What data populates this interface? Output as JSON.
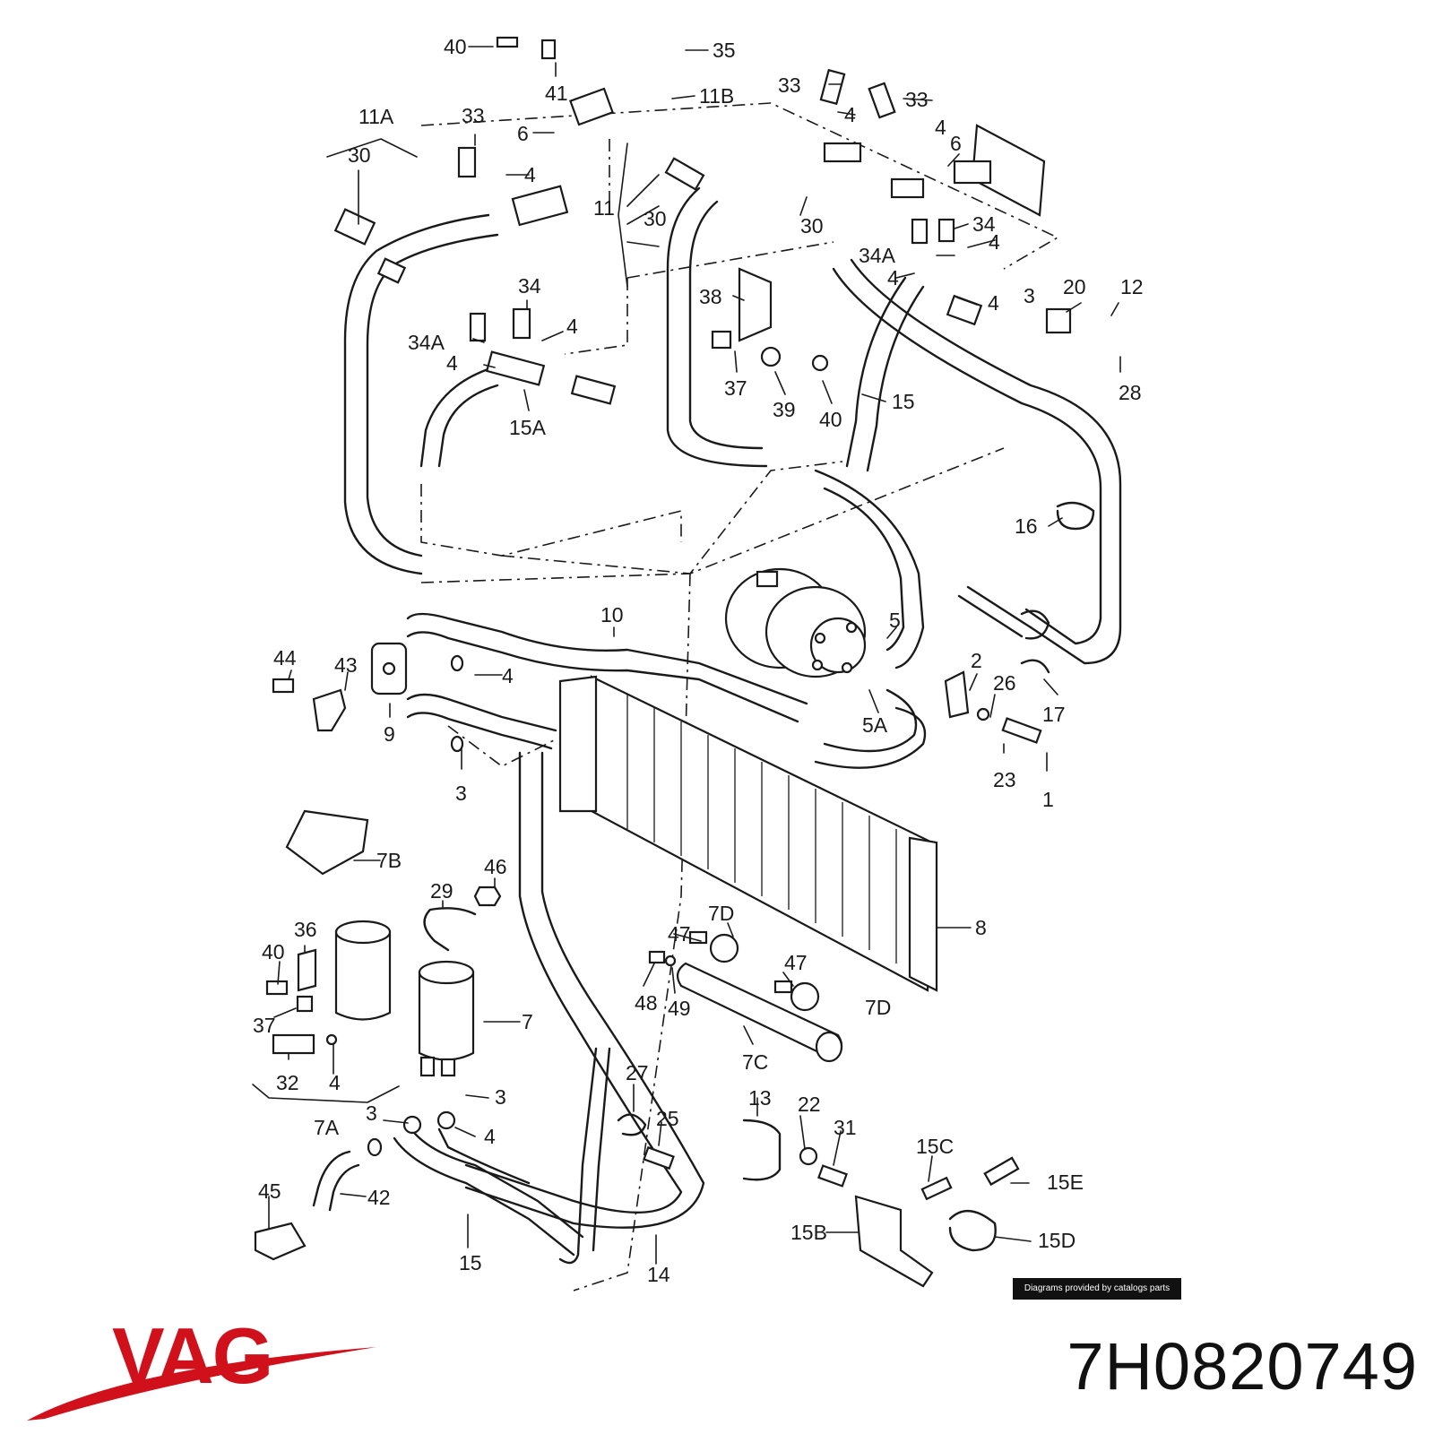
{
  "diagram": {
    "callouts": [
      {
        "id": "c40a",
        "text": "40"
      },
      {
        "id": "c35",
        "text": "35"
      },
      {
        "id": "c41",
        "text": "41"
      },
      {
        "id": "c11B",
        "text": "11B"
      },
      {
        "id": "c33a",
        "text": "33"
      },
      {
        "id": "c4a",
        "text": "4"
      },
      {
        "id": "c33b",
        "text": "33"
      },
      {
        "id": "c4b",
        "text": "4"
      },
      {
        "id": "c6a",
        "text": "6"
      },
      {
        "id": "c11A",
        "text": "11A"
      },
      {
        "id": "c30a",
        "text": "30"
      },
      {
        "id": "c33c",
        "text": "33"
      },
      {
        "id": "c6b",
        "text": "6"
      },
      {
        "id": "c4c",
        "text": "4"
      },
      {
        "id": "c11",
        "text": "11"
      },
      {
        "id": "c30b",
        "text": "30"
      },
      {
        "id": "c30c",
        "text": "30"
      },
      {
        "id": "c34a",
        "text": "34"
      },
      {
        "id": "c34Aa",
        "text": "34A"
      },
      {
        "id": "c4d",
        "text": "4"
      },
      {
        "id": "c4e",
        "text": "4"
      },
      {
        "id": "c3a",
        "text": "3"
      },
      {
        "id": "c4f",
        "text": "4"
      },
      {
        "id": "c20",
        "text": "20"
      },
      {
        "id": "c12",
        "text": "12"
      },
      {
        "id": "c38",
        "text": "38"
      },
      {
        "id": "c34b",
        "text": "34"
      },
      {
        "id": "c34Ab",
        "text": "34A"
      },
      {
        "id": "c4g",
        "text": "4"
      },
      {
        "id": "c4h",
        "text": "4"
      },
      {
        "id": "c15A",
        "text": "15A"
      },
      {
        "id": "c37a",
        "text": "37"
      },
      {
        "id": "c39",
        "text": "39"
      },
      {
        "id": "c40b",
        "text": "40"
      },
      {
        "id": "c15a",
        "text": "15"
      },
      {
        "id": "c28",
        "text": "28"
      },
      {
        "id": "c16",
        "text": "16"
      },
      {
        "id": "c10",
        "text": "10"
      },
      {
        "id": "c5",
        "text": "5"
      },
      {
        "id": "c44",
        "text": "44"
      },
      {
        "id": "c43",
        "text": "43"
      },
      {
        "id": "c4i",
        "text": "4"
      },
      {
        "id": "c2",
        "text": "2"
      },
      {
        "id": "c26",
        "text": "26"
      },
      {
        "id": "c17",
        "text": "17"
      },
      {
        "id": "c9",
        "text": "9"
      },
      {
        "id": "c5A",
        "text": "5A"
      },
      {
        "id": "c3b",
        "text": "3"
      },
      {
        "id": "c23",
        "text": "23"
      },
      {
        "id": "c1",
        "text": "1"
      },
      {
        "id": "c7B",
        "text": "7B"
      },
      {
        "id": "c46",
        "text": "46"
      },
      {
        "id": "c29",
        "text": "29"
      },
      {
        "id": "c7Da",
        "text": "7D"
      },
      {
        "id": "c47a",
        "text": "47"
      },
      {
        "id": "c8",
        "text": "8"
      },
      {
        "id": "c36",
        "text": "36"
      },
      {
        "id": "c40c",
        "text": "40"
      },
      {
        "id": "c47b",
        "text": "47"
      },
      {
        "id": "c7Db",
        "text": "7D"
      },
      {
        "id": "c48",
        "text": "48"
      },
      {
        "id": "c49",
        "text": "49"
      },
      {
        "id": "c7",
        "text": "7"
      },
      {
        "id": "c37b",
        "text": "37"
      },
      {
        "id": "c7C",
        "text": "7C"
      },
      {
        "id": "c32",
        "text": "32"
      },
      {
        "id": "c4j",
        "text": "4"
      },
      {
        "id": "c3c",
        "text": "3"
      },
      {
        "id": "c27",
        "text": "27"
      },
      {
        "id": "c13",
        "text": "13"
      },
      {
        "id": "c22",
        "text": "22"
      },
      {
        "id": "c31",
        "text": "31"
      },
      {
        "id": "c7A",
        "text": "7A"
      },
      {
        "id": "c3d",
        "text": "3"
      },
      {
        "id": "c4k",
        "text": "4"
      },
      {
        "id": "c25",
        "text": "25"
      },
      {
        "id": "c15C",
        "text": "15C"
      },
      {
        "id": "c15E",
        "text": "15E"
      },
      {
        "id": "c45",
        "text": "45"
      },
      {
        "id": "c42",
        "text": "42"
      },
      {
        "id": "c15B",
        "text": "15B"
      },
      {
        "id": "c15D",
        "text": "15D"
      },
      {
        "id": "c15b",
        "text": "15"
      },
      {
        "id": "c14",
        "text": "14"
      }
    ]
  },
  "credit": "Diagrams provided by catalogs parts",
  "brand": {
    "name": "VAG",
    "color": "#d0101a"
  },
  "part_number": "7H0820749"
}
